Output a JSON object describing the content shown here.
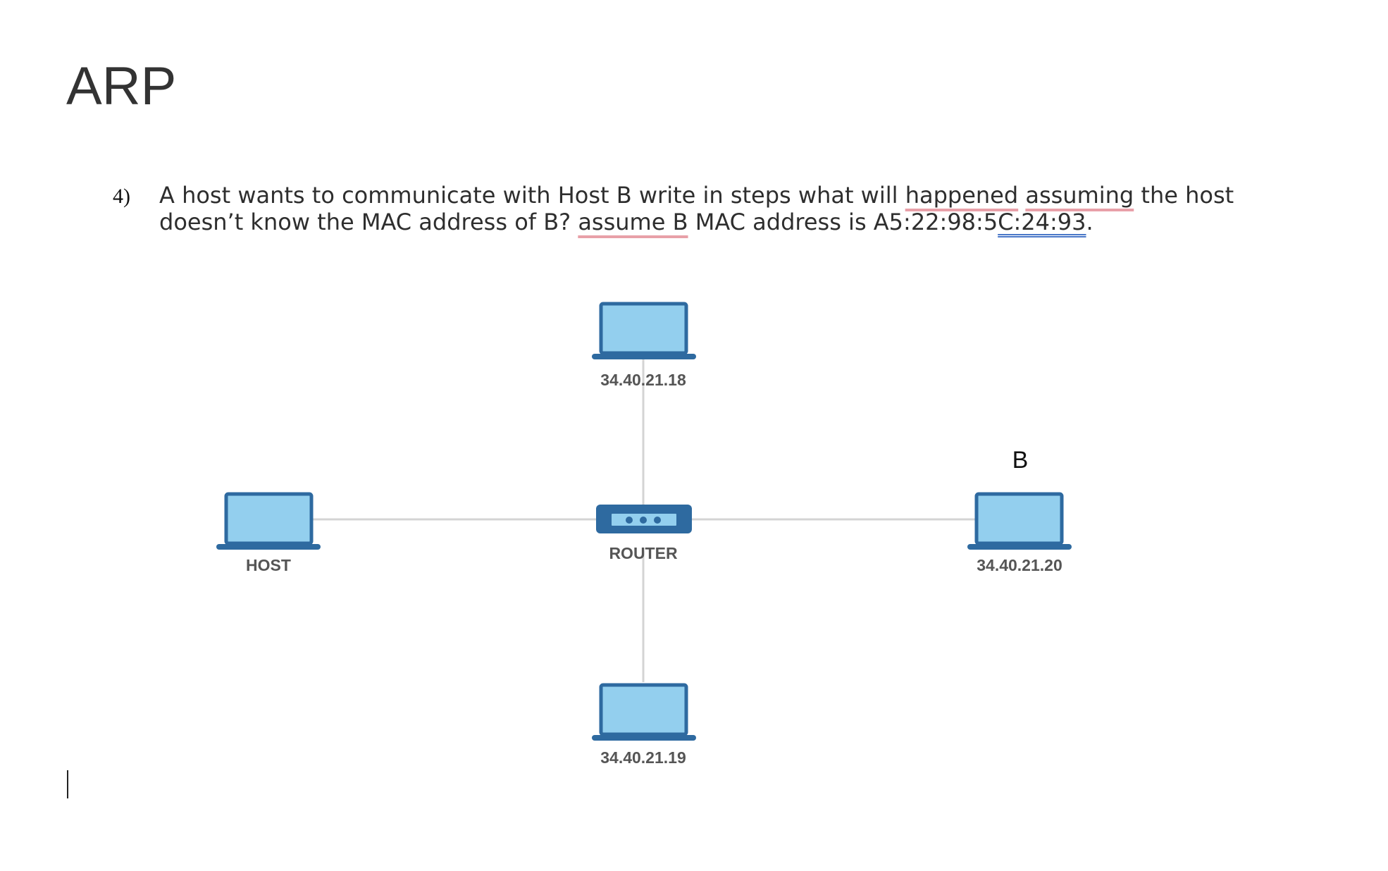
{
  "document": {
    "heading": "ARP",
    "question": {
      "number": "4)",
      "line1": {
        "pre": "A host wants to communicate with Host B write in steps what will ",
        "w1": "happened",
        "sp": " ",
        "w2": "assuming",
        "post": " the host"
      },
      "line2": {
        "pre": "doesn’t know the MAC address of B? ",
        "w1": "assume B",
        "mid": " MAC address is A5:22:98:5",
        "w2": "C:24:93",
        "post": "."
      }
    }
  },
  "diagram": {
    "top_label": "34.40.21.18",
    "host_label": "HOST",
    "router_label": "ROUTER",
    "right_label": "34.40.21.20",
    "right_marker": "B",
    "bottom_label": "34.40.21.19"
  },
  "colors": {
    "laptop_fill": "#93cfee",
    "laptop_stroke": "#2e6aa0",
    "router_body": "#2e6aa0",
    "link_line": "#d4d4d4",
    "spelling_underline": "#e8a0a8",
    "grammar_underline": "#4a78c8"
  }
}
